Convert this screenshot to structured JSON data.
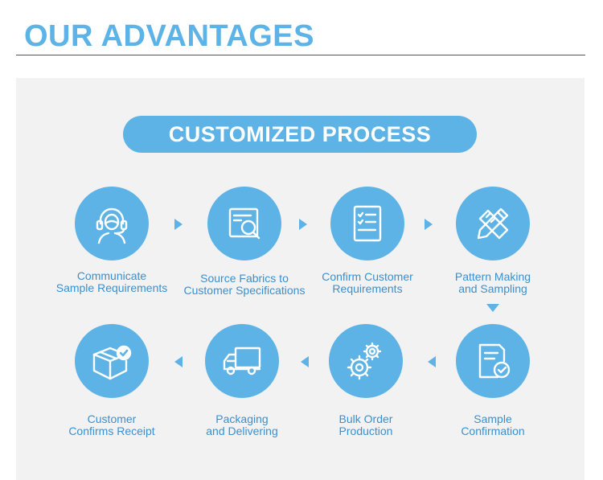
{
  "header": {
    "title": "OUR ADVANTAGES"
  },
  "banner": {
    "label": "CUSTOMIZED PROCESS"
  },
  "steps": [
    {
      "label": "Communicate\nSample Requirements",
      "icon": "headset-icon"
    },
    {
      "label": "Source Fabrics to\nCustomer Specifications",
      "icon": "fabric-search-icon"
    },
    {
      "label": "Confirm Customer\nRequirements",
      "icon": "checklist-icon"
    },
    {
      "label": "Pattern Making\nand Sampling",
      "icon": "pencil-ruler-icon"
    },
    {
      "label": "Sample\nConfirmation",
      "icon": "document-check-icon"
    },
    {
      "label": "Bulk Order\nProduction",
      "icon": "gears-icon"
    },
    {
      "label": "Packaging\nand Delivering",
      "icon": "truck-icon"
    },
    {
      "label": "Customer\nConfirms Receipt",
      "icon": "box-check-icon"
    }
  ],
  "colors": {
    "accent": "#5db3e6",
    "label_text": "#3b8fcc",
    "panel": "#f2f2f2"
  }
}
